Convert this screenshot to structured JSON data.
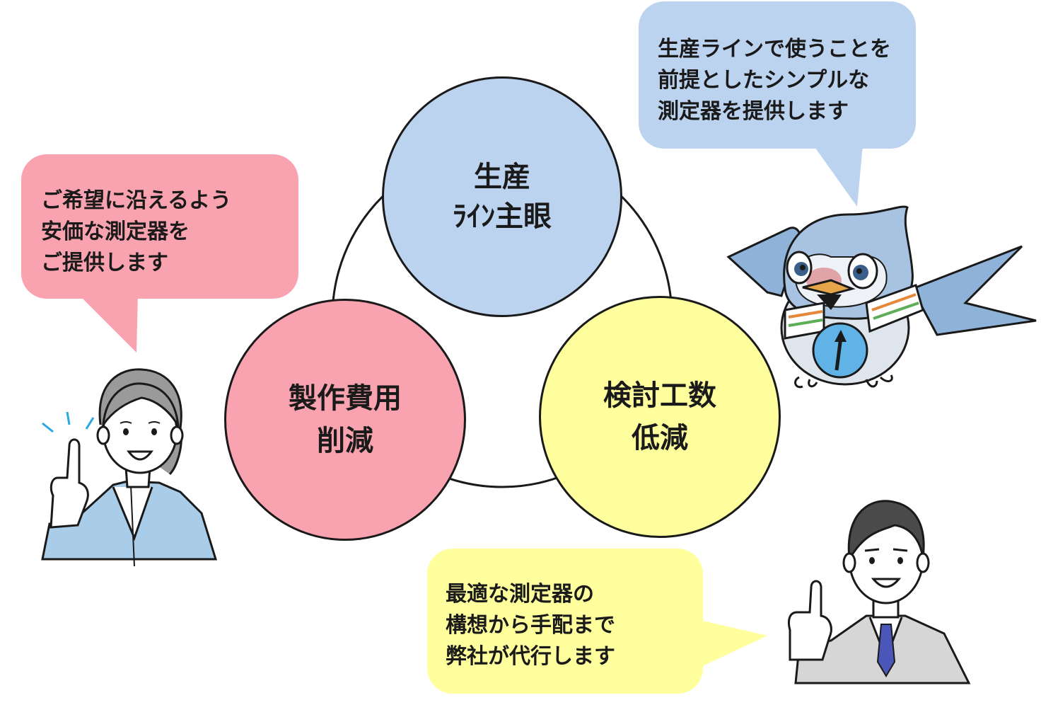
{
  "colors": {
    "blue": "#bcd3f0",
    "pink": "#f9a3b0",
    "yellow": "#ffff9d",
    "outline": "#1a1a1a",
    "jacket": "#a9cde8"
  },
  "cycle": {
    "top": {
      "line1": "生産",
      "line2": "ﾗｲﾝ主眼"
    },
    "left": {
      "line1": "製作費用",
      "line2": "削減"
    },
    "right": {
      "line1": "検討工数",
      "line2": "低減"
    }
  },
  "bubbles": {
    "top_right": {
      "lines": [
        "生産ラインで使うことを",
        "前提としたシンプルな",
        "測定器を提供します"
      ]
    },
    "left": {
      "lines": [
        "ご希望に沿えるよう",
        "安価な測定器を",
        "ご提供します"
      ]
    },
    "bottom": {
      "lines": [
        "最適な測定器の",
        "構想から手配まで",
        "弊社が代行します"
      ]
    }
  },
  "illustrations": {
    "woman": "woman-pointing-icon",
    "man": "man-pointing-icon",
    "mascot": "swallow-mascot-icon"
  }
}
